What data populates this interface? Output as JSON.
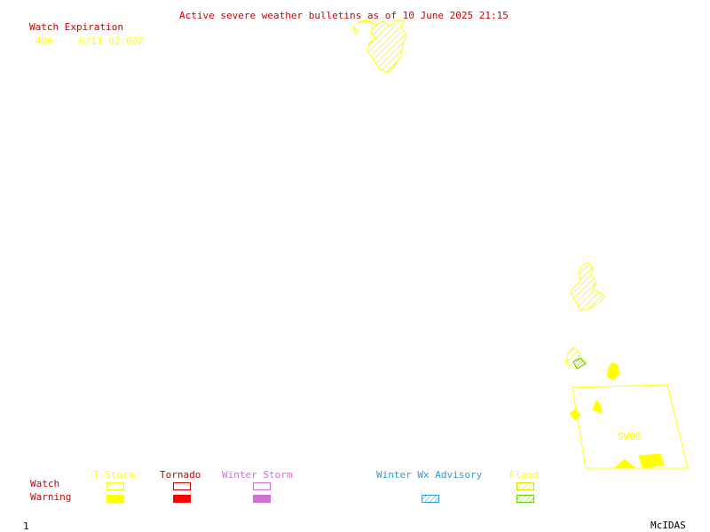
{
  "title": "Active severe weather bulletins as of 10 June 2025 21:15",
  "watch_expiration": {
    "heading": "Watch Expiration",
    "rows": [
      {
        "number": "406",
        "expires": "6/11 02:00Z"
      }
    ]
  },
  "watch_box_label": "SW06",
  "legend": {
    "row_labels": {
      "watch": "Watch",
      "warning": "Warning"
    },
    "columns": [
      {
        "label": "T-Storm",
        "color": "#ffff00"
      },
      {
        "label": "Tornado",
        "color": "#ff0000"
      },
      {
        "label": "Winter Storm",
        "color": "#d070d0"
      },
      {
        "label": "Winter Wx Advisory",
        "color": "#3399cc"
      },
      {
        "label": "Flood",
        "color": "#99cc33"
      }
    ]
  },
  "colors": {
    "title": "#cc0000",
    "heading": "#cc0000",
    "watch_row": "#ffff00",
    "storm_yellow": "#ffff00",
    "flood_green": "#66cc00"
  },
  "frame_number": "1",
  "credit": "McIDAS"
}
